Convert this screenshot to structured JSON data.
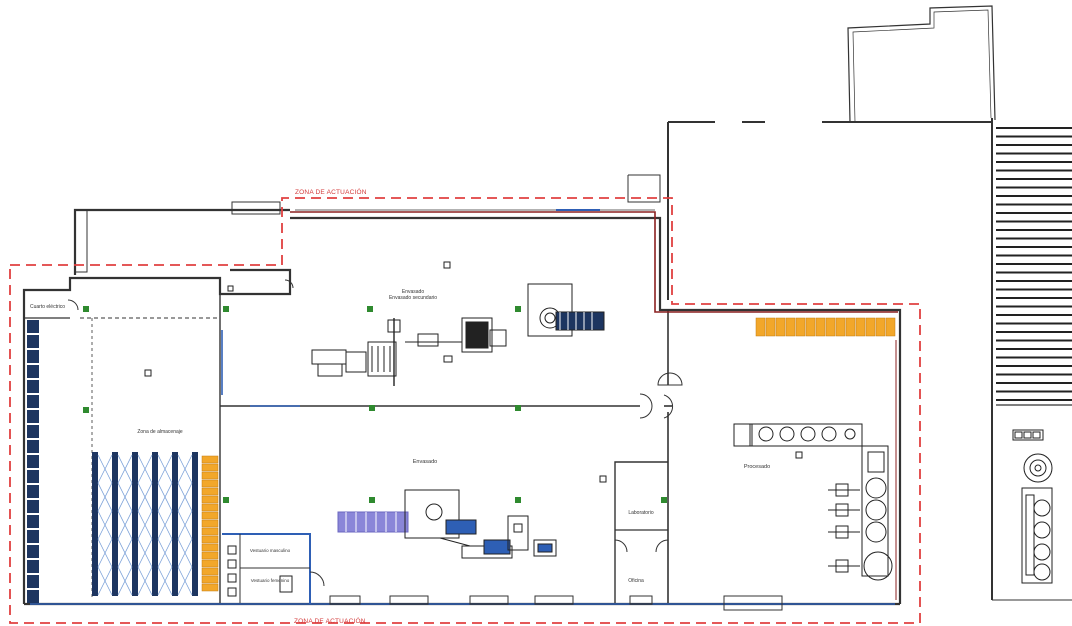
{
  "zone_label_top": "ZONA DE ACTUACIÓN",
  "zone_label_bottom": "ZONA DE ACTUACIÓN",
  "rooms": {
    "cuarto_electrico": "Cuarto eléctrico",
    "envasado_secundario": "Envasado secundario",
    "almacenaje": "Zona de almacenaje",
    "envasado": "Envasado",
    "vestuario_masculino": "Vestuario masculino",
    "vestuario_femenino": "Vestuario femenino",
    "laboratorio": "Laboratorio",
    "oficina": "Oficina",
    "procesado": "Procesado"
  },
  "colors": {
    "zone_line": "#e04040",
    "wall": "#333333",
    "wall_accent": "#8b2020",
    "blue_accent": "#2e5fb5",
    "storage_blue": "#1d3560",
    "orange": "#f2a72a",
    "green_marker": "#2f8a2f",
    "conveyor_purple": "#8a86d8"
  }
}
